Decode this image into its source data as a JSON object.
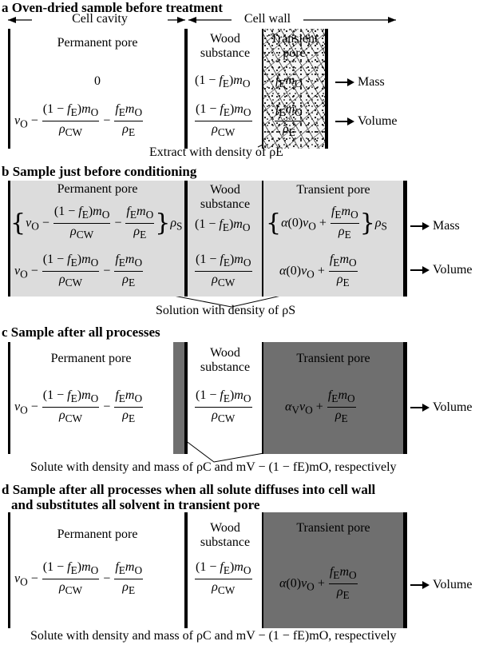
{
  "panels": {
    "a": {
      "title": "a Oven-dried sample before treatment",
      "cell_cavity": "Cell cavity",
      "cell_wall": "Cell wall",
      "permanent_pore": "Permanent pore",
      "wood_substance_1": "Wood",
      "wood_substance_2": "substance",
      "transient_pore_1": "Transient",
      "transient_pore_2": "pore",
      "zero": "0",
      "mass": "Mass",
      "volume": "Volume",
      "caption": "Extract with density of ρE"
    },
    "b": {
      "title": "b Sample just before conditioning",
      "permanent_pore": "Permanent pore",
      "wood_substance_1": "Wood",
      "wood_substance_2": "substance",
      "transient_pore": "Transient pore",
      "mass": "Mass",
      "volume": "Volume",
      "caption": "Solution with density of ρS"
    },
    "c": {
      "title": "c Sample after all processes",
      "permanent_pore": "Permanent pore",
      "wood_substance_1": "Wood",
      "wood_substance_2": "substance",
      "transient_pore": "Transient pore",
      "volume": "Volume",
      "caption": "Solute with density and mass of ρC and mV − (1 − fE)mO, respectively"
    },
    "d": {
      "title_1": "d Sample after all processes when all solute diffuses into cell wall",
      "title_2": "and substitutes all solvent in transient pore",
      "permanent_pore": "Permanent pore",
      "wood_substance_1": "Wood",
      "wood_substance_2": "substance",
      "transient_pore": "Transient pore",
      "volume": "Volume",
      "caption": "Solute with density and mass of ρC and mV − (1 − fE)mO, respectively"
    }
  },
  "colors": {
    "light_fill": "#dcdcdc",
    "dark_fill": "#6f6f6f",
    "line": "#000000"
  }
}
